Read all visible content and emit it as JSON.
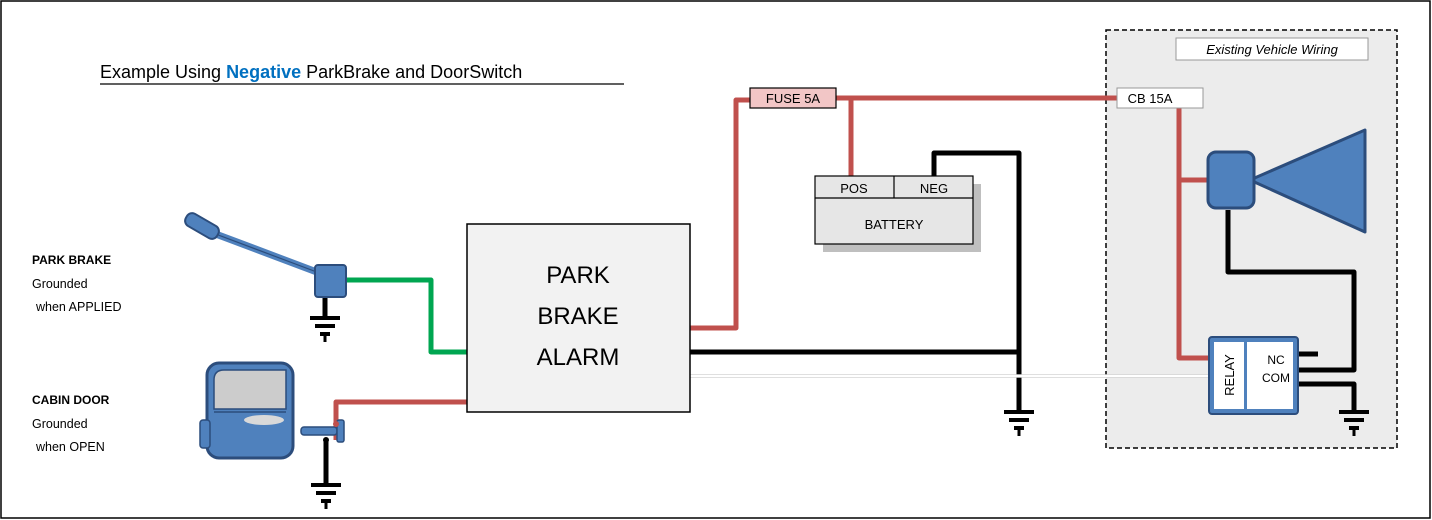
{
  "title": {
    "prefix": "Example Using ",
    "highlight": "Negative",
    "suffix": " ParkBrake and DoorSwitch"
  },
  "existing_wiring_label": "Existing Vehicle Wiring",
  "fuse_label": "FUSE 5A",
  "breaker_label": "CB 15A",
  "battery": {
    "pos": "POS",
    "neg": "NEG",
    "name": "BATTERY"
  },
  "alarm": {
    "line1": "PARK",
    "line2": "BRAKE",
    "line3": "ALARM"
  },
  "relay": {
    "name": "RELAY",
    "nc": "NC",
    "com": "COM"
  },
  "park_brake": {
    "title": "PARK BRAKE",
    "line1": "Grounded",
    "line2": "when APPLIED"
  },
  "cabin_door": {
    "title": "CABIN DOOR",
    "line1": "Grounded",
    "line2": "when OPEN"
  },
  "colors": {
    "positive_wire": "#c0504d",
    "ground_wire": "#000000",
    "switch_wire": "#00a651",
    "component_blue": "#4f81bd",
    "highlight_text": "#0070c0",
    "fuse_fill": "#f2c6c6",
    "box_fill": "#f2f2f2",
    "vehicle_panel": "#ececec"
  }
}
